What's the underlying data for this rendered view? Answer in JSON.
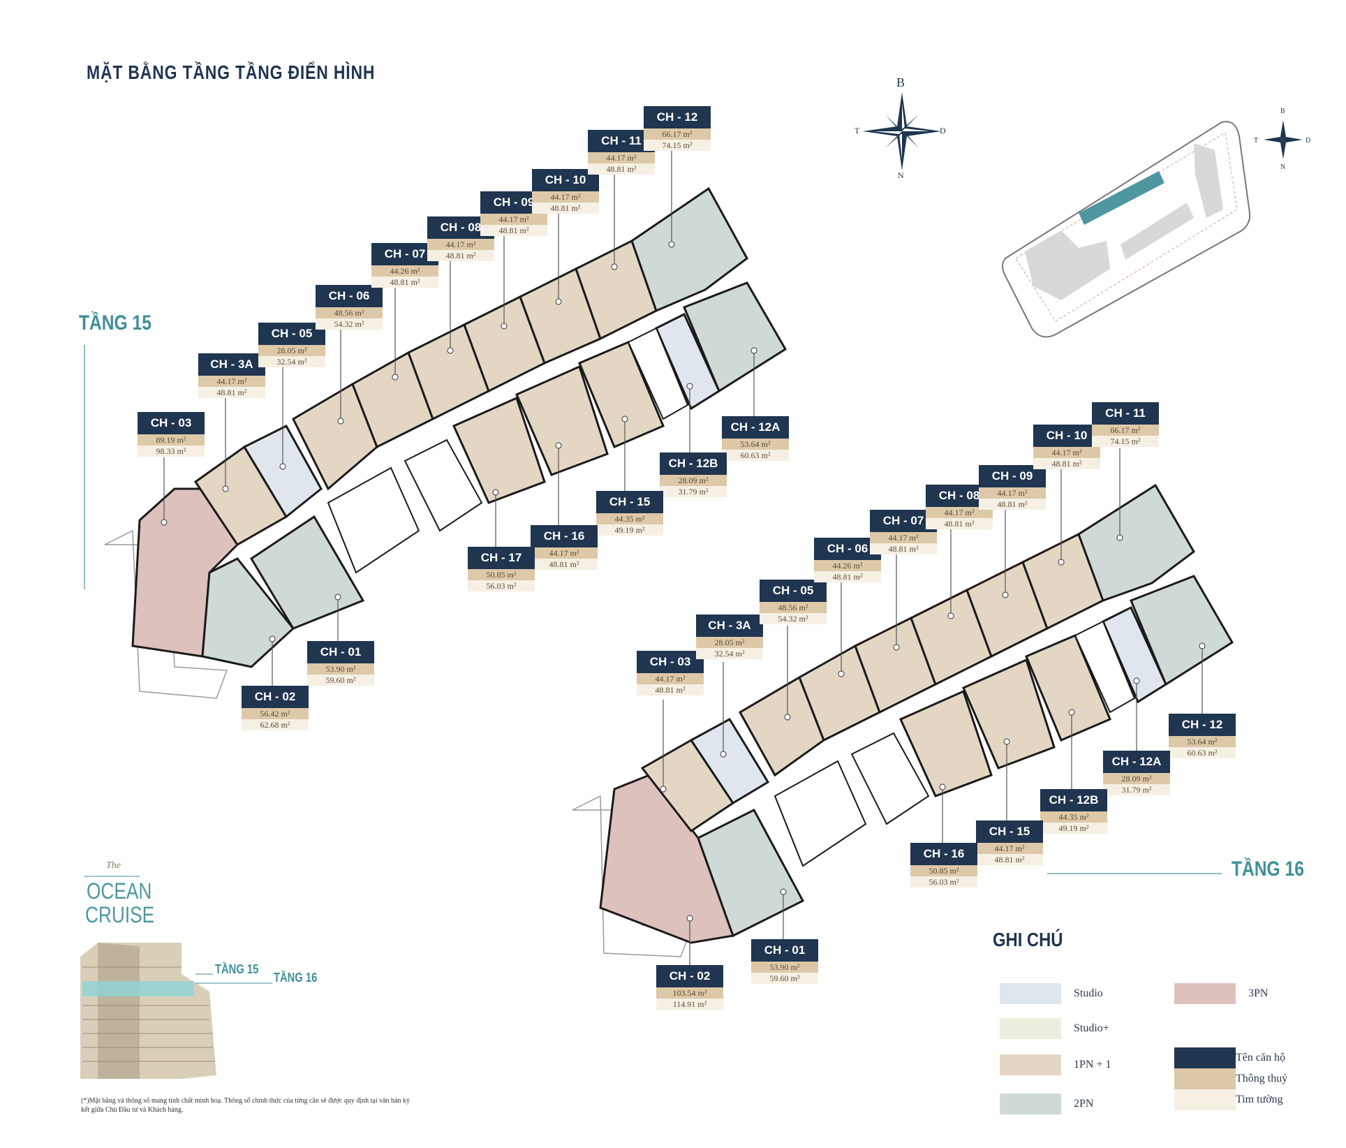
{
  "page_title": "MẶT BẰNG TẦNG TẦNG ĐIỂN HÌNH",
  "floors": {
    "floor15_label": "TẦNG 15",
    "floor16_label": "TẦNG 16"
  },
  "compass": {
    "north": "B",
    "south": "N",
    "west": "T",
    "east": "D"
  },
  "site_map": {
    "label": "THE OCEAN CRUISE"
  },
  "units_15": [
    {
      "name": "CH - 03",
      "area1": "89.19 m²",
      "area2": "98.33 m²"
    },
    {
      "name": "CH - 3A",
      "area1": "44.17 m²",
      "area2": "48.81 m²"
    },
    {
      "name": "CH - 05",
      "area1": "28.05 m²",
      "area2": "32.54 m²"
    },
    {
      "name": "CH - 06",
      "area1": "48.56 m²",
      "area2": "54.32 m²"
    },
    {
      "name": "CH - 07",
      "area1": "44.26 m²",
      "area2": "48.81 m²"
    },
    {
      "name": "CH - 08",
      "area1": "44.17 m²",
      "area2": "48.81 m²"
    },
    {
      "name": "CH - 09",
      "area1": "44.17 m²",
      "area2": "48.81 m²"
    },
    {
      "name": "CH - 10",
      "area1": "44.17 m²",
      "area2": "48.81 m²"
    },
    {
      "name": "CH - 11",
      "area1": "44.17 m²",
      "area2": "48.81 m²"
    },
    {
      "name": "CH - 12",
      "area1": "66.17 m²",
      "area2": "74.15 m²"
    },
    {
      "name": "CH - 12A",
      "area1": "53.64 m²",
      "area2": "60.63 m²"
    },
    {
      "name": "CH - 12B",
      "area1": "28.09 m²",
      "area2": "31.79 m²"
    },
    {
      "name": "CH - 15",
      "area1": "44.35 m²",
      "area2": "49.19 m²"
    },
    {
      "name": "CH - 16",
      "area1": "44.17 m²",
      "area2": "48.81 m²"
    },
    {
      "name": "CH - 17",
      "area1": "50.85 m²",
      "area2": "56.03 m²"
    },
    {
      "name": "CH - 01",
      "area1": "53.90 m²",
      "area2": "59.60 m²"
    },
    {
      "name": "CH - 02",
      "area1": "56.42 m²",
      "area2": "62.68 m²"
    }
  ],
  "units_16": [
    {
      "name": "CH - 03",
      "area1": "44.17 m²",
      "area2": "48.81 m²"
    },
    {
      "name": "CH - 3A",
      "area1": "28.05 m²",
      "area2": "32.54 m²"
    },
    {
      "name": "CH - 05",
      "area1": "48.56 m²",
      "area2": "54.32 m²"
    },
    {
      "name": "CH - 06",
      "area1": "44.26 m²",
      "area2": "48.81 m²"
    },
    {
      "name": "CH - 07",
      "area1": "44.17 m²",
      "area2": "48.81 m²"
    },
    {
      "name": "CH - 08",
      "area1": "44.17 m²",
      "area2": "48.81 m²"
    },
    {
      "name": "CH - 09",
      "area1": "44.17 m²",
      "area2": "48.81 m²"
    },
    {
      "name": "CH - 10",
      "area1": "44.17 m²",
      "area2": "48.81 m²"
    },
    {
      "name": "CH - 11",
      "area1": "66.17 m²",
      "area2": "74.15 m²"
    },
    {
      "name": "CH - 12",
      "area1": "53.64 m²",
      "area2": "60.63 m²"
    },
    {
      "name": "CH - 12A",
      "area1": "28.09 m²",
      "area2": "31.79 m²"
    },
    {
      "name": "CH - 12B",
      "area1": "44.35 m²",
      "area2": "49.19 m²"
    },
    {
      "name": "CH - 15",
      "area1": "44.17 m²",
      "area2": "48.81 m²"
    },
    {
      "name": "CH - 16",
      "area1": "50.85 m²",
      "area2": "56.03 m²"
    },
    {
      "name": "CH - 01",
      "area1": "53.90 m²",
      "area2": "59.60 m²"
    },
    {
      "name": "CH - 02",
      "area1": "103.54 m²",
      "area2": "114.91 m²"
    }
  ],
  "legend": {
    "title": "GHI CHÚ",
    "items": [
      {
        "label": "Studio",
        "color": "#dfe6ee"
      },
      {
        "label": "Studio+",
        "color": "#ecefdf"
      },
      {
        "label": "1PN + 1",
        "color": "#e3d7c4"
      },
      {
        "label": "2PN",
        "color": "#cfd9d6"
      },
      {
        "label": "3PN",
        "color": "#dcc1bd"
      }
    ],
    "label_key": [
      {
        "label": "Tên căn hộ",
        "color": "#1f3550"
      },
      {
        "label": "Thông thuỷ",
        "color": "#ddc9a8"
      },
      {
        "label": "Tim tường",
        "color": "#f6f0e4"
      }
    ]
  },
  "brand": {
    "the": "The",
    "line1": "OCEAN",
    "line2": "CRUISE"
  },
  "building_tags": {
    "t15": "TẦNG 15",
    "t16": "TẦNG 16"
  },
  "footnote": "(*)Mặt bằng và thông số mang tính chất minh hoạ. Thông số chính thức của từng căn sẽ được quy định tại văn bản ký kết giữa Chủ Đầu tư và Khách hàng.",
  "colors": {
    "navy": "#1f3550",
    "teal": "#3e8f98",
    "studio": "#dfe6ee",
    "onebed": "#e3d7c4",
    "twobed": "#cfd9d6",
    "threebed": "#dcc1bd",
    "corridor": "#ffffff",
    "wall": "#1a1a1a"
  }
}
